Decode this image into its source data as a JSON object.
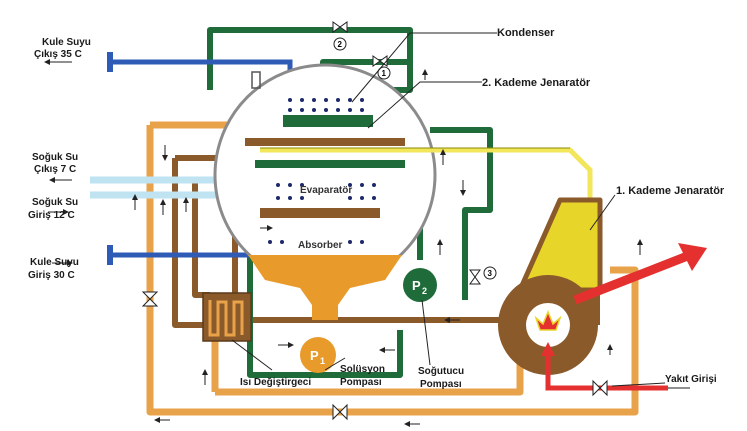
{
  "labels": {
    "kule_cikis_line1": "Kule Suyu",
    "kule_cikis_line2": "Çıkış 35 C",
    "soguk_cikis_line1": "Soğuk Su",
    "soguk_cikis_line2": "Çıkış 7 C",
    "soguk_giris_line1": "Soğuk Su",
    "soguk_giris_line2": "Giriş 12 C",
    "kule_giris_line1": "Kule Suyu",
    "kule_giris_line2": "Giriş 30 C",
    "kondenser": "Kondenser",
    "kademe2": "2. Kademe Jenaratör",
    "kademe1": "1. Kademe Jenaratör",
    "evaporator": "Evaparatör",
    "absorber": "Absorber",
    "isi_degistirgeci": "Isı Değiştirgeci",
    "solusyon_line1": "Solüsyon",
    "solusyon_line2": "Pompası",
    "sogutucu_line1": "Soğutucu",
    "sogutucu_line2": "Pompası",
    "yakit_girisi": "Yakıt Girişi",
    "pump1_main": "P",
    "pump1_sub": "1",
    "pump2_main": "P",
    "pump2_sub": "2",
    "valve1": "1",
    "valve2": "2",
    "valve3": "3"
  },
  "colors": {
    "brown_pipe": "#8B5A2B",
    "orange_pipe": "#E8A24A",
    "green_pipe": "#1F6B3A",
    "blue_pipe": "#2D5BB5",
    "light_blue_pipe": "#BFE3F0",
    "yellow_pipe": "#F2E65A",
    "red_pipe": "#E53030",
    "vessel_fill": "#FFFFFF",
    "solution_fill": "#E89A2A",
    "generator_fill": "#E8D52A",
    "burner_fill": "#8B5A2B"
  }
}
